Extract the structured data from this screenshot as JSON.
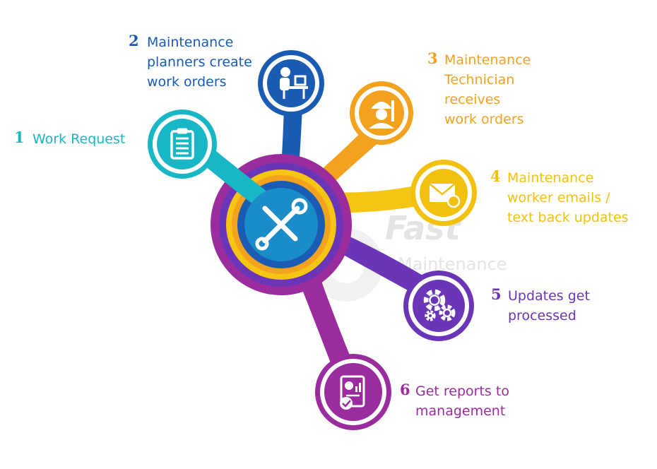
{
  "watermark": {
    "brand_line1": "Fast",
    "brand_line2": "Maintenance"
  },
  "colors": {
    "teal": "#19b7c5",
    "blue": "#1a5bb3",
    "orange": "#f3a21f",
    "yellow": "#f5c514",
    "purple": "#6a35b6",
    "magenta": "#9b2c9e",
    "hub_blue": "#1a8dc8"
  },
  "hub": {
    "icon": "wrench-screwdriver-icon"
  },
  "steps": [
    {
      "number": "1",
      "lines": [
        "Work Request"
      ],
      "icon": "clipboard-icon",
      "color": "#19b7c5"
    },
    {
      "number": "2",
      "lines": [
        "Maintenance",
        "planners create",
        "work orders"
      ],
      "icon": "desk-worker-icon",
      "color": "#1a5bb3"
    },
    {
      "number": "3",
      "lines": [
        "Maintenance",
        "Technician",
        "receives",
        "work orders"
      ],
      "icon": "technician-icon",
      "color": "#f3a21f"
    },
    {
      "number": "4",
      "lines": [
        "Maintenance",
        "worker emails /",
        "text back updates"
      ],
      "icon": "envelope-icon",
      "color": "#f2c10f"
    },
    {
      "number": "5",
      "lines": [
        "Updates get",
        "processed"
      ],
      "icon": "gears-icon",
      "color": "#6a35b6"
    },
    {
      "number": "6",
      "lines": [
        "Get reports to",
        "management"
      ],
      "icon": "report-icon",
      "color": "#9b2c9e"
    }
  ]
}
